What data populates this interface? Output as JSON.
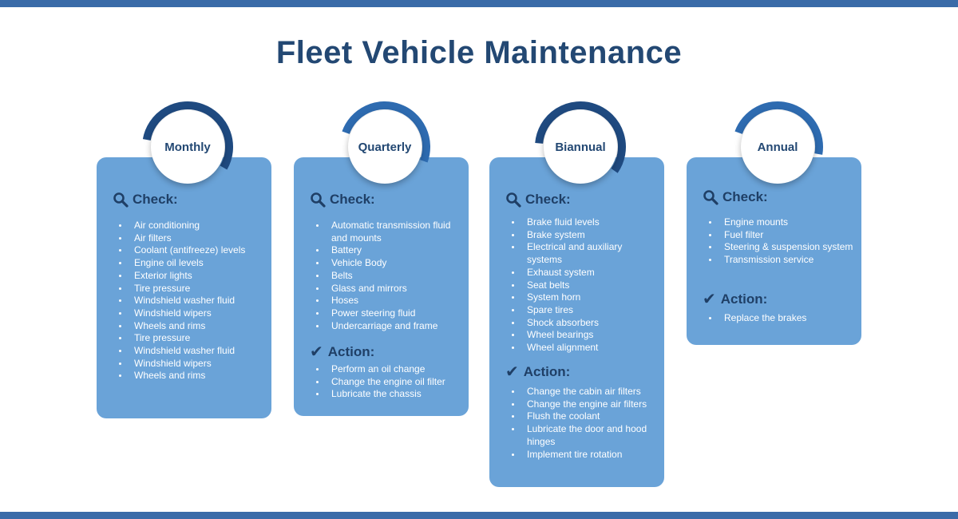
{
  "title": "Fleet Vehicle Maintenance",
  "colors": {
    "accent_dark": "#234873",
    "card": "#6aa3d8",
    "bar": "#3a6ba8",
    "arc": "#2e62a3"
  },
  "check_label": "Check:",
  "action_label": "Action:",
  "icons": {
    "check_section": "magnifier-icon",
    "action_section": "checkmark-icon"
  },
  "cards": [
    {
      "name": "Monthly",
      "check": [
        "Air conditioning",
        "Air filters",
        "Coolant (antifreeze) levels",
        "Engine oil levels",
        "Exterior lights",
        "Tire pressure",
        "Windshield washer fluid",
        "Windshield wipers",
        "Wheels and rims",
        "Tire pressure",
        "Windshield washer fluid",
        "Windshield wipers",
        "Wheels and rims"
      ],
      "action": []
    },
    {
      "name": "Quarterly",
      "check": [
        "Automatic transmission fluid and mounts",
        "Battery",
        "Vehicle Body",
        "Belts",
        "Glass and mirrors",
        "Hoses",
        "Power steering fluid",
        "Undercarriage and frame"
      ],
      "action": [
        "Perform an oil change",
        "Change the engine oil filter",
        "Lubricate the chassis"
      ]
    },
    {
      "name": "Biannual",
      "check": [
        "Brake fluid levels",
        "Brake system",
        "Electrical and auxiliary systems",
        "Exhaust system",
        "Seat belts",
        "System horn",
        "Spare tires",
        "Shock absorbers",
        "Wheel bearings",
        "Wheel alignment"
      ],
      "action": [
        "Change the cabin air filters",
        "Change the engine air filters",
        "Flush the coolant",
        "Lubricate the door and hood hinges",
        "Implement tire rotation"
      ]
    },
    {
      "name": "Annual",
      "check": [
        "Engine mounts",
        "Fuel filter",
        "Steering & suspension system",
        "Transmission service"
      ],
      "action": [
        "Replace the brakes"
      ]
    }
  ]
}
